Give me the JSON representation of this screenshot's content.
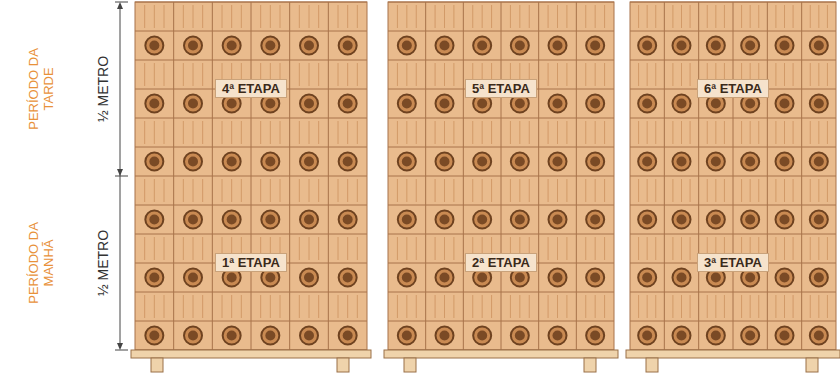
{
  "diagram": {
    "labels": [
      "PERÍODO DA TARDE",
      "½ METRO",
      "4ª ETAPA",
      "5ª ETAPA",
      "6ª ETAPA",
      "PERÍODO DA MANHÃ",
      "½ METRO",
      "1ª ETAPA",
      "2ª ETAPA",
      "3ª ETAPA"
    ]
  }
}
